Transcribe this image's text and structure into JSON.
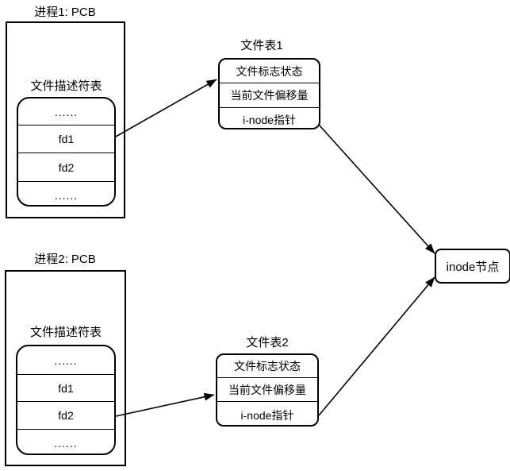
{
  "process1": {
    "title": "进程1: PCB",
    "fd_table_label": "文件描述符表",
    "fd_rows": [
      "......",
      "fd1",
      "fd2",
      "......"
    ]
  },
  "process2": {
    "title": "进程2: PCB",
    "fd_table_label": "文件描述符表",
    "fd_rows": [
      "......",
      "fd1",
      "fd2",
      "......"
    ]
  },
  "file_table1": {
    "title": "文件表1",
    "rows": [
      "文件标志状态",
      "当前文件偏移量",
      "i-node指针"
    ]
  },
  "file_table2": {
    "title": "文件表2",
    "rows": [
      "文件标志状态",
      "当前文件偏移量",
      "i-node指针"
    ]
  },
  "inode": {
    "label": "inode节点"
  },
  "colors": {
    "stroke": "#000000",
    "background": "#ffffff",
    "text": "#000000"
  }
}
